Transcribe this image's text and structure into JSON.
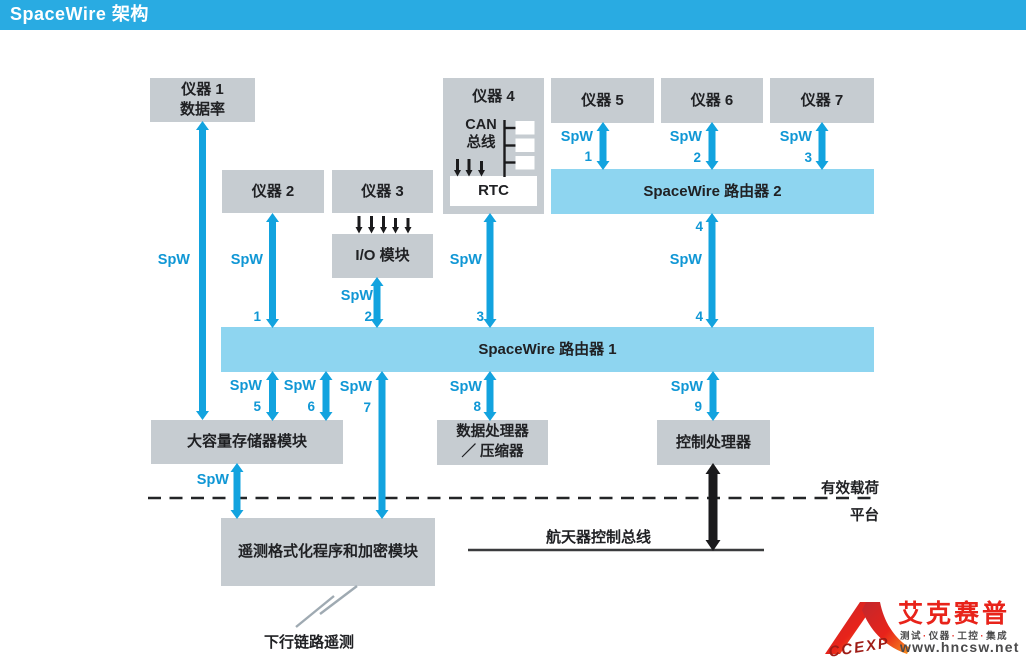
{
  "title": "SpaceWire 架构",
  "boxes": {
    "instrument1_line1": "仪器 1",
    "instrument1_line2": "数据率",
    "instrument2": "仪器 2",
    "instrument3": "仪器 3",
    "instrument4": "仪器 4",
    "can_line1": "CAN",
    "can_line2": "总线",
    "rtc": "RTC",
    "instrument5": "仪器 5",
    "instrument6": "仪器 6",
    "instrument7": "仪器 7",
    "router2": "SpaceWire 路由器 2",
    "router1": "SpaceWire 路由器 1",
    "io_module": "I/O 模块",
    "mass_memory": "大容量存储器模块",
    "data_processor_line1": "数据处理器",
    "data_processor_line2": "／ 压缩器",
    "control_processor": "控制处理器",
    "telemetry_formatter": "遥测格式化程序和加密模块"
  },
  "links": {
    "spw": "SpW",
    "ports": {
      "p1": "1",
      "p2": "2",
      "p3": "3",
      "p4": "4",
      "p5": "5",
      "p6": "6",
      "p7": "7",
      "p8": "8",
      "p9": "9"
    }
  },
  "annotations": {
    "payload": "有效载荷",
    "platform": "平台",
    "control_bus": "航天器控制总线",
    "downlink": "下行链路遥测"
  },
  "colors": {
    "titlebar_blue": "#29ABE2",
    "arrow_blue": "#12A3DF",
    "router_blue": "#8ED5F0",
    "box_gray": "#C6CCD1",
    "logo_red": "#E8231A"
  },
  "logo": {
    "mark": "A",
    "mark_sub": "CCEXP",
    "brand": "艾克赛普",
    "separator": "·",
    "tagline_segments": [
      "测试",
      "仪器",
      "工控",
      "集成"
    ],
    "url": "www.hncsw.net"
  }
}
